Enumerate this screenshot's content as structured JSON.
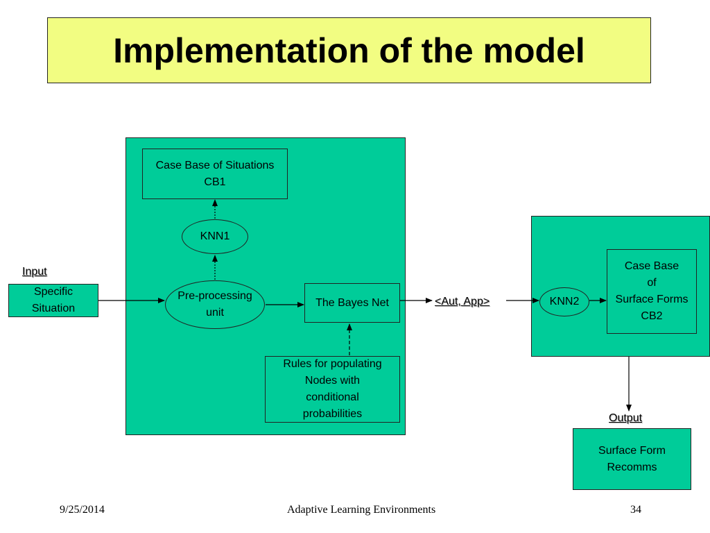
{
  "slide": {
    "title": "Implementation of the model"
  },
  "colors": {
    "title_bg": "#f2fd82",
    "panel_green": "#00cc99"
  },
  "diagram": {
    "labels": {
      "input": "Input",
      "output": "Output",
      "aut_app": "<Aut, App>"
    },
    "nodes": {
      "specific_situation": "Specific\nSituation",
      "case_base_situations": "Case Base of Situations\nCB1",
      "knn1": "KNN1",
      "preprocessing": "Pre-processing\nunit",
      "bayes_net": "The Bayes Net",
      "rules": "Rules for populating\nNodes with\nconditional\nprobabilities",
      "knn2": "KNN2",
      "case_base_surface": "Case Base\nof\nSurface Forms\nCB2",
      "surface_form_recomms": "Surface Form\nRecomms"
    }
  },
  "footer": {
    "date": "9/25/2014",
    "center": "Adaptive Learning Environments",
    "page": "34"
  }
}
